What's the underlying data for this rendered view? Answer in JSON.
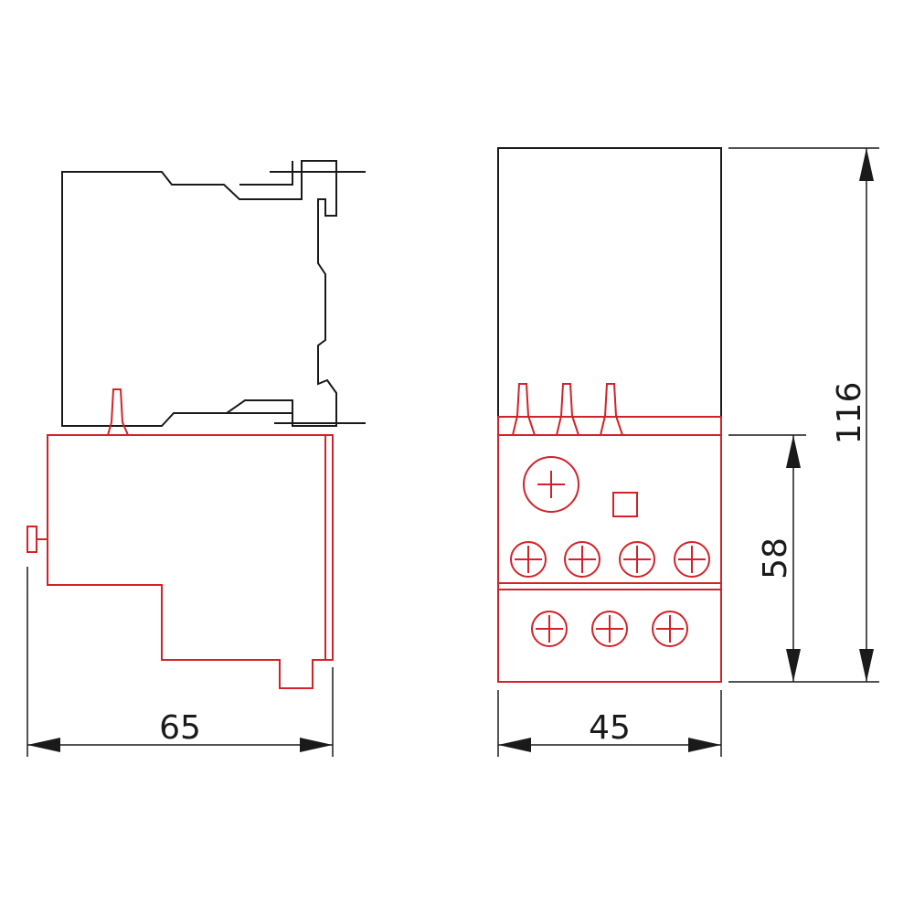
{
  "colors": {
    "outline": "#1a1a1a",
    "relay": "#d2232a",
    "background": "#ffffff"
  },
  "dimensions": {
    "side_depth": "65",
    "front_width": "45",
    "relay_height": "58",
    "total_height": "116"
  }
}
